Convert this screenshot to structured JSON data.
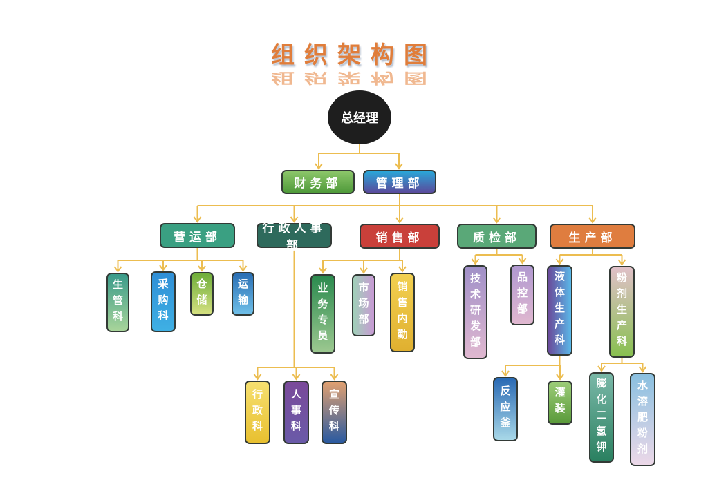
{
  "title": "组织架构图",
  "root": {
    "label": "总经理",
    "color": "#1e1e1e"
  },
  "level1": [
    {
      "id": "finance",
      "label": "财务部",
      "colors": [
        "#8cc66a",
        "#4f9a3a"
      ]
    },
    {
      "id": "admin",
      "label": "管理部",
      "colors": [
        "#2aa6d8",
        "#5a4a9c"
      ]
    }
  ],
  "level2": [
    {
      "id": "ops",
      "label": "营运部",
      "colors": [
        "#3aa082",
        "#3aa082"
      ]
    },
    {
      "id": "hr",
      "label": "行政人事部",
      "colors": [
        "#2e6a5c",
        "#2e6a5c"
      ]
    },
    {
      "id": "sales",
      "label": "销售部",
      "colors": [
        "#c9403a",
        "#c9403a"
      ]
    },
    {
      "id": "qc",
      "label": "质检部",
      "colors": [
        "#5aa878",
        "#5aa878"
      ]
    },
    {
      "id": "prod",
      "label": "生产部",
      "colors": [
        "#df7d3f",
        "#df7d3f"
      ]
    }
  ],
  "level3": {
    "ops": [
      {
        "label": "生管科",
        "colors": [
          "#3a9b8a",
          "#a8d49a"
        ]
      },
      {
        "label": "采购科",
        "colors": [
          "#2f8fd6",
          "#3fb0e4"
        ]
      },
      {
        "label": "仓储",
        "colors": [
          "#6fae3a",
          "#d4e080"
        ]
      },
      {
        "label": "运输",
        "colors": [
          "#2a6fb4",
          "#6fbfe8"
        ]
      }
    ],
    "sales": [
      {
        "label": "业务专员",
        "colors": [
          "#2a8a4e",
          "#9cc890"
        ]
      },
      {
        "label": "市场部",
        "colors": [
          "#a0d0b8",
          "#c89ad4"
        ]
      },
      {
        "label": "销售内勤",
        "colors": [
          "#f2d050",
          "#e0b030"
        ]
      }
    ],
    "hr": [
      {
        "label": "行政科",
        "colors": [
          "#f6e070",
          "#e8c030"
        ]
      },
      {
        "label": "人事科",
        "colors": [
          "#7a4a9a",
          "#6a5aa8"
        ]
      },
      {
        "label": "宣传科",
        "colors": [
          "#e0a070",
          "#2a5aa0"
        ]
      }
    ],
    "qc": [
      {
        "label": "技术研发部",
        "colors": [
          "#a090c8",
          "#e0b8d0"
        ]
      },
      {
        "label": "品控部",
        "colors": [
          "#b098d0",
          "#e0b8d0"
        ]
      }
    ],
    "prod": [
      {
        "label": "液体生产科",
        "colors": [
          "#6a4a9a",
          "#5ab8e8"
        ]
      },
      {
        "label": "粉剂生产科",
        "colors": [
          "#e0c0c8",
          "#88c050"
        ]
      }
    ]
  },
  "level4": {
    "liquid": [
      {
        "label": "反应釜",
        "colors": [
          "#2a6ab4",
          "#a8d8e8"
        ]
      },
      {
        "label": "灌装",
        "colors": [
          "#9ccc78",
          "#5a9a3a"
        ]
      }
    ],
    "powder": [
      {
        "label": "膨化二氢钾",
        "colors": [
          "#7ab8a8",
          "#2a8060"
        ]
      },
      {
        "label": "水溶肥粉剂",
        "colors": [
          "#8ac0e0",
          "#ecd8e8"
        ]
      }
    ]
  }
}
